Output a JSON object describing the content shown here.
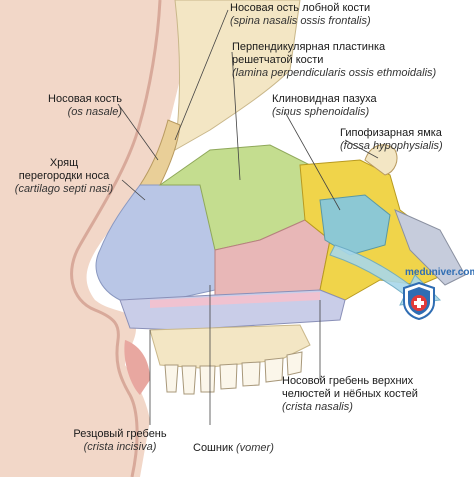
{
  "labels": {
    "spina": {
      "ru": "Носовая ость лобной кости",
      "lat": "(spina nasalis ossis frontalis)"
    },
    "lamina": {
      "ru1": "Перпендикулярная пластинка",
      "ru2": "решетчатой кости",
      "lat": "(lamina perpendicularis ossis ethmoidalis)"
    },
    "nasale": {
      "ru": "Носовая кость",
      "lat": "(os nasale)"
    },
    "sinus": {
      "ru": "Клиновидная пазуха",
      "lat": "(sinus sphenoidalis)"
    },
    "fossa": {
      "ru": "Гипофизарная ямка",
      "lat": "(fossa hypophysialis)"
    },
    "cartilago": {
      "ru1": "Хрящ",
      "ru2": "перегородки носа",
      "lat": "(cartilago septi nasi)"
    },
    "crista_nasalis": {
      "ru1": "Носовой гребень верхних",
      "ru2": "челюстей и нёбных костей",
      "lat": "(crista nasalis)"
    },
    "crista_incisiva": {
      "ru": "Резцовый гребень",
      "lat": "(crista incisiva)"
    },
    "vomer": {
      "ru": "Сошник",
      "lat": "(vomer)"
    }
  },
  "watermark": "meduniver.com",
  "colors": {
    "skin": "#f2d7c8",
    "bone": "#f3e6c4",
    "cartilage": "#b9c6e6",
    "ethmoid": "#c4dd8f",
    "sphenoid": "#f0d44a",
    "vomer": "#e8b7b7",
    "palate": "#c9cde8",
    "cavity": "#8cc8d4",
    "line": "#444444"
  }
}
